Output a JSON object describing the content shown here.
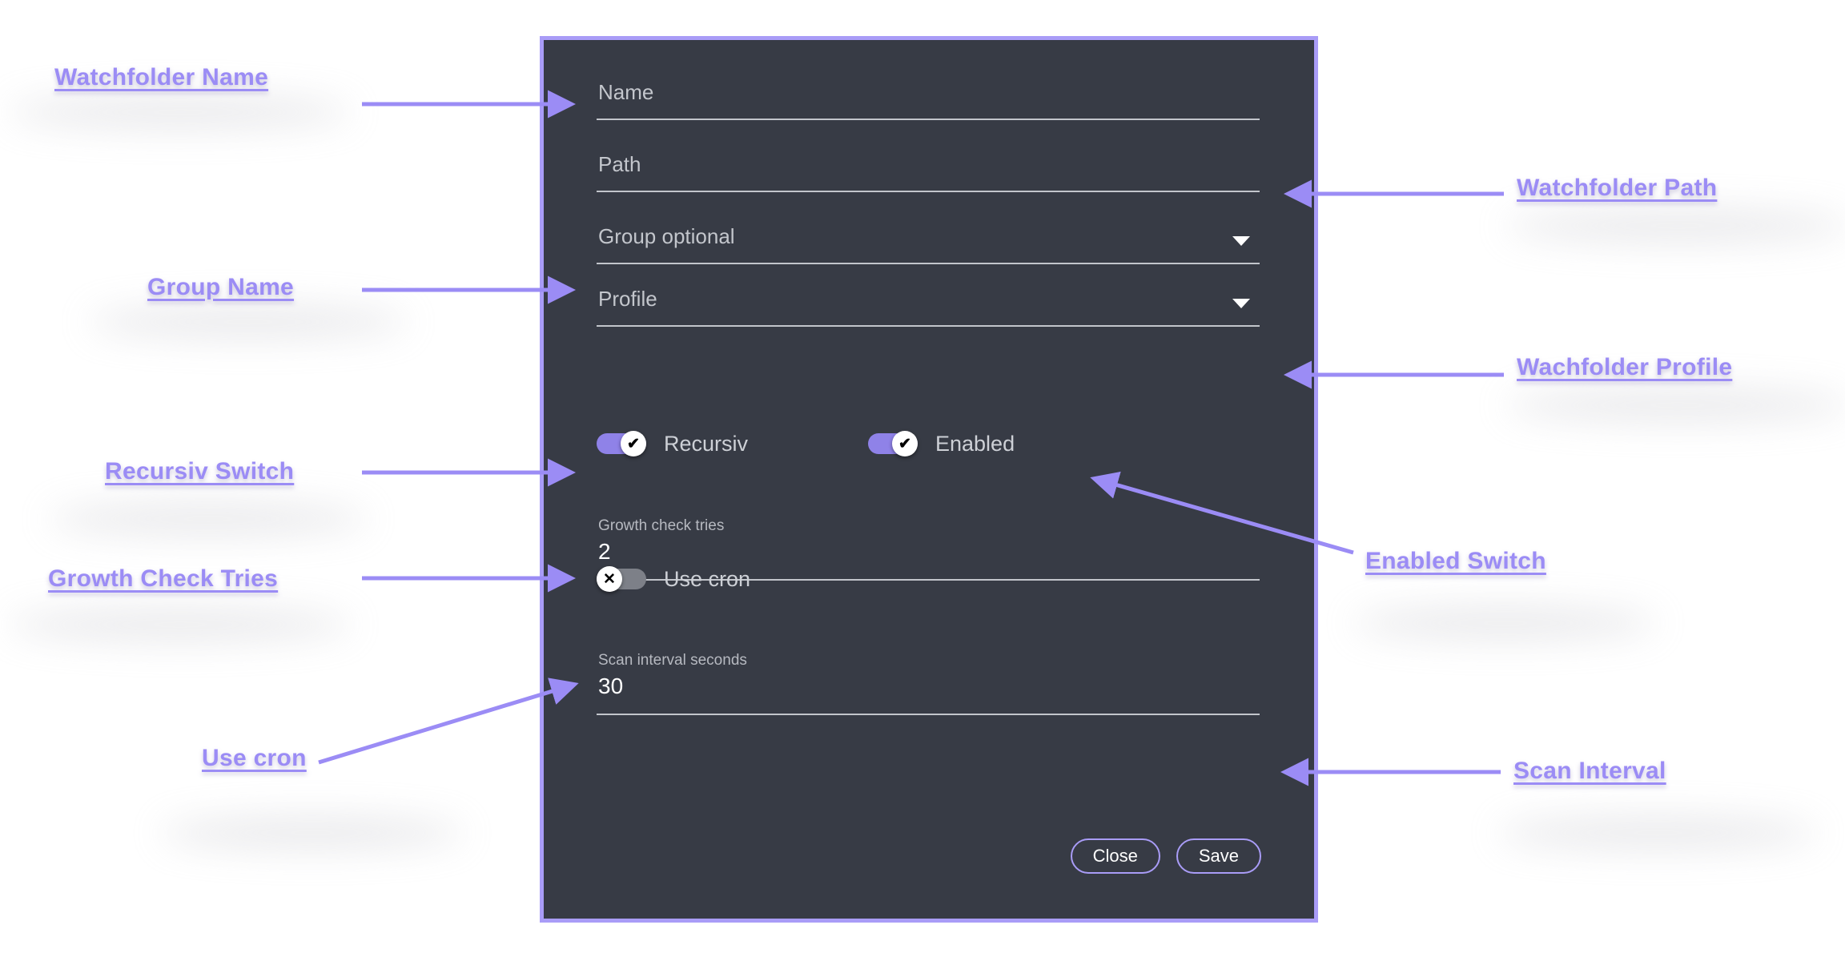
{
  "dialog": {
    "fields": [
      {
        "name": "name",
        "placeholder": "Name",
        "type": "text"
      },
      {
        "name": "path",
        "placeholder": "Path",
        "type": "text"
      },
      {
        "name": "group",
        "placeholder": "Group optional",
        "type": "select"
      },
      {
        "name": "profile",
        "placeholder": "Profile",
        "type": "select"
      }
    ],
    "switches": [
      {
        "name": "recursiv",
        "label": "Recursiv",
        "state": "on",
        "glyph": "✔"
      },
      {
        "name": "enabled",
        "label": "Enabled",
        "state": "on",
        "glyph": "✔"
      },
      {
        "name": "use_cron",
        "label": "Use cron",
        "state": "off",
        "glyph": "✕"
      }
    ],
    "numeric_fields": [
      {
        "name": "growth_check_tries",
        "label": "Growth check tries",
        "value": "2"
      },
      {
        "name": "scan_interval_seconds",
        "label": "Scan interval seconds",
        "value": "30"
      }
    ],
    "buttons": {
      "close": "Close",
      "save": "Save"
    }
  },
  "annotations": {
    "left": [
      {
        "name": "watchfolder-name",
        "text": "Watchfolder Name"
      },
      {
        "name": "group-name",
        "text": "Group Name"
      },
      {
        "name": "recursiv-switch",
        "text": "Recursiv Switch"
      },
      {
        "name": "growth-check-tries",
        "text": "Growth Check Tries"
      },
      {
        "name": "use-cron",
        "text": "Use cron"
      }
    ],
    "right": [
      {
        "name": "watchfolder-path",
        "text": "Watchfolder Path"
      },
      {
        "name": "wachfolder-profile",
        "text": "Wachfolder Profile"
      },
      {
        "name": "enabled-switch",
        "text": "Enabled Switch"
      },
      {
        "name": "scan-interval",
        "text": "Scan Interval"
      }
    ]
  },
  "colors": {
    "accent": "#a99cf7",
    "label_text": "#9b8cf5",
    "dialog_bg": "#373b45",
    "switch_on": "#8f82e8",
    "switch_off": "#7d8088",
    "page_bg": "#ffffff"
  }
}
